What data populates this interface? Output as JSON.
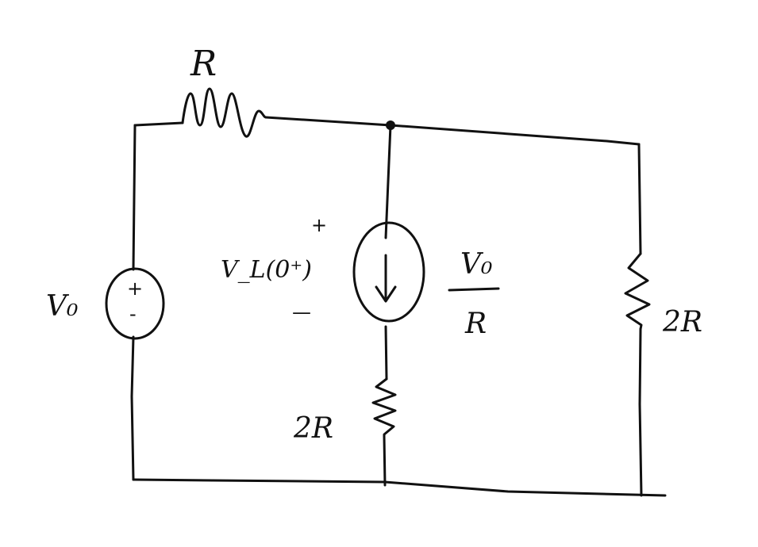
{
  "circuit": {
    "top_resistor_label": "R",
    "voltage_source_label": "V₀",
    "voltage_source_plus": "+",
    "voltage_source_minus": "-",
    "inductor_voltage_label": "V_L(0⁺)",
    "inductor_voltage_plus": "+",
    "inductor_voltage_minus": "—",
    "current_source_label_numerator": "V₀",
    "current_source_label_denominator": "R",
    "middle_resistor_label": "2R",
    "right_resistor_label": "2R"
  }
}
